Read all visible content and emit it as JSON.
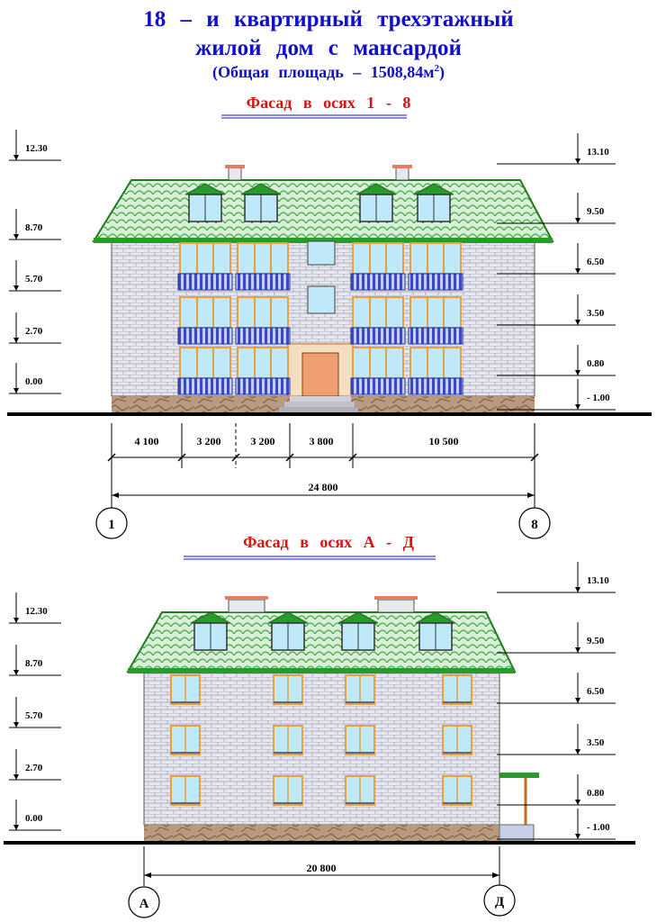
{
  "header": {
    "line1": "18 – и   квартирный   трехэтажный",
    "line2": "жилой  дом  с  мансардой",
    "line3_prefix": "(Общая  площадь – 1508,84м",
    "line3_sup": "2",
    "line3_suffix": ")"
  },
  "facade1": {
    "title": "Фасад  в  осях  1 - 8",
    "left_levels": [
      "12.30",
      "8.70",
      "5.70",
      "2.70",
      "0.00"
    ],
    "right_levels": [
      "13.10",
      "9.50",
      "6.50",
      "3.50",
      "0.80",
      "- 1.00"
    ],
    "dims": [
      "4 100",
      "3 200",
      "3 200",
      "3 800",
      "10 500"
    ],
    "total": "24 800",
    "axis_left": "1",
    "axis_right": "8"
  },
  "facade2": {
    "title": "Фасад  в  осях  А  -  Д",
    "left_levels": [
      "12.30",
      "8.70",
      "5.70",
      "2.70",
      "0.00"
    ],
    "right_levels": [
      "13.10",
      "9.50",
      "6.50",
      "3.50",
      "0.80",
      "- 1.00"
    ],
    "total": "20 800",
    "axis_left": "А",
    "axis_right": "Д"
  },
  "colors": {
    "title_blue": "#1010c8",
    "title_red": "#e01010",
    "roof_green": "#2a9a2a",
    "wall_brick": "#e6e6ee",
    "plinth_stone": "#b89a80",
    "balcony_blue": "#3a4ac0",
    "window_frame": "#e8a040",
    "door_orange": "#f0a070"
  }
}
